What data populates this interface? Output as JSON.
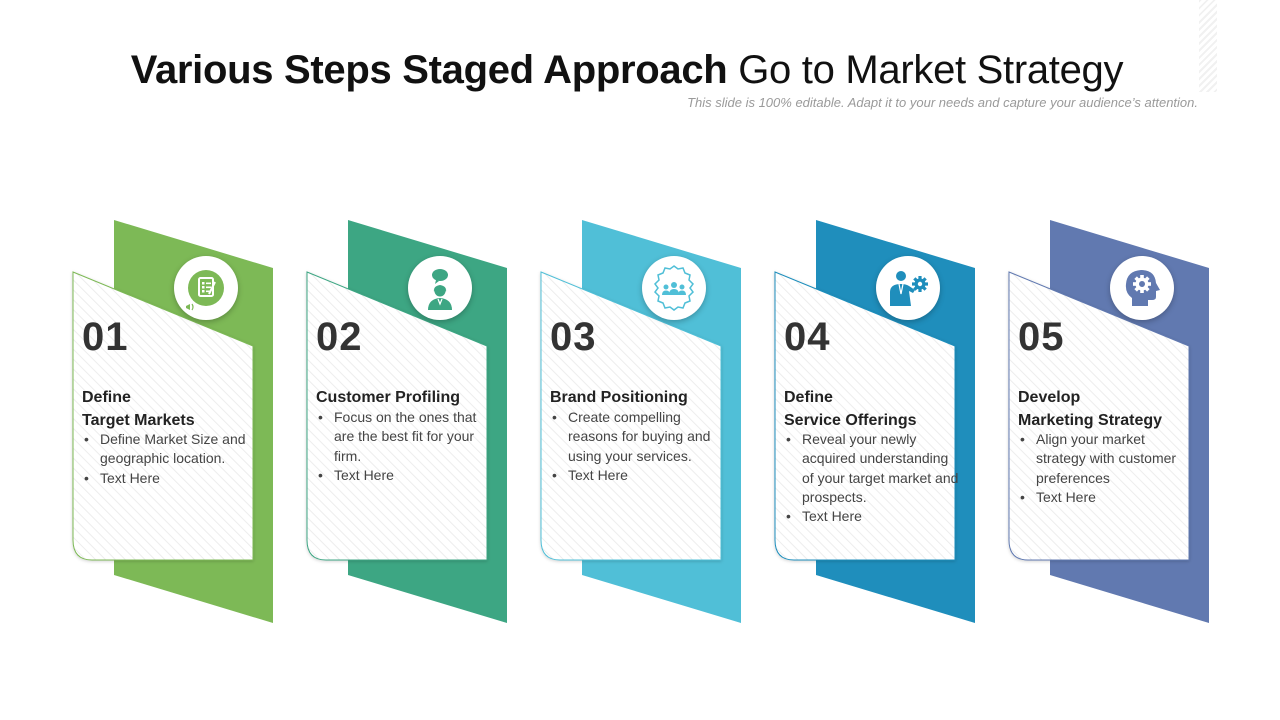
{
  "title": {
    "bold": "Various Steps Staged Approach",
    "light": " Go to Market Strategy"
  },
  "subtitle": "This slide is 100% editable. Adapt it to your needs and capture your audience’s attention.",
  "steps": [
    {
      "number": "01",
      "heading_lines": [
        "Define",
        "Target Markets"
      ],
      "bullets": [
        "Define Market Size and geographic location.",
        "Text Here"
      ],
      "color": "#7db956",
      "icon": "checklist-megaphone-icon"
    },
    {
      "number": "02",
      "heading_lines": [
        "Customer Profiling"
      ],
      "bullets": [
        "Focus on the ones that are the best fit for your firm.",
        "Text Here"
      ],
      "color": "#3da683",
      "icon": "customer-chat-icon"
    },
    {
      "number": "03",
      "heading_lines": [
        "Brand Positioning"
      ],
      "bullets": [
        "Create compelling reasons for buying and using your services.",
        "Text Here"
      ],
      "color": "#50bfd7",
      "icon": "group-badge-icon"
    },
    {
      "number": "04",
      "heading_lines": [
        "Define",
        "Service Offerings"
      ],
      "bullets": [
        "Reveal your newly acquired understanding of your target market and prospects.",
        "Text Here"
      ],
      "color": "#1f8ebc",
      "icon": "businessman-gear-icon"
    },
    {
      "number": "05",
      "heading_lines": [
        "Develop",
        "Marketing Strategy"
      ],
      "bullets": [
        "Align your market strategy with customer preferences",
        "Text Here"
      ],
      "color": "#6179b0",
      "icon": "head-gear-icon"
    }
  ]
}
